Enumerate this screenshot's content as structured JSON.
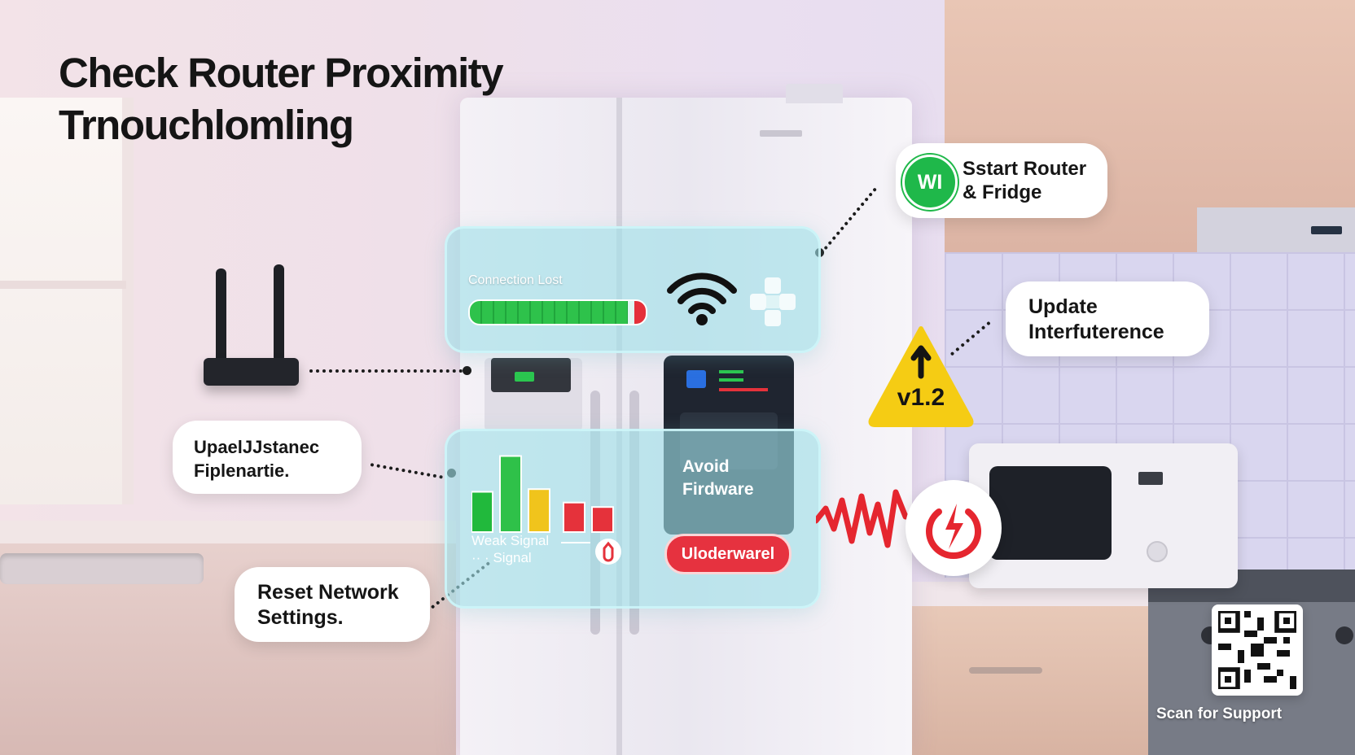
{
  "title": {
    "line1": "Check Router Proximity",
    "line2": "Trnouchlomling"
  },
  "status_panel": {
    "label": "Connection Lost",
    "signal_fill_fraction": 0.9,
    "wifi_icon": "wifi-icon",
    "puzzle_icon": "puzzle-icon"
  },
  "signal_panel": {
    "line1": "Weak Signal",
    "line2": "Signal",
    "line2_prefix": "·· ·",
    "bars": [
      {
        "level": 0.45,
        "color": "#21b93c"
      },
      {
        "level": 0.85,
        "color": "#2fc149"
      },
      {
        "level": 0.48,
        "color": "#f0c41c"
      },
      {
        "level": 0.33,
        "color": "#e5323b"
      },
      {
        "level": 0.28,
        "color": "#e5323b"
      }
    ],
    "alert_icon": "alert-icon"
  },
  "tablet": {
    "text_line1": "Avoid",
    "text_line2": "Firdware",
    "button_label": "Uloderwarel"
  },
  "callouts": {
    "restart": {
      "line1": "Sstart Router",
      "line2": "& Fridge",
      "icon_text": "WI",
      "icon_color": "#1fb84a"
    },
    "update": {
      "line1": "Update",
      "line2": "Interfuterence"
    },
    "distance": {
      "line1": "UpaelJJstanec",
      "line2": "Fiplenartie."
    },
    "reset": {
      "line1": "Reset Network",
      "line2": "Settings."
    }
  },
  "warning": {
    "label": "v1.2",
    "icon": "warning-icon",
    "color": "#f5cc14"
  },
  "interference": {
    "icon": "power-bolt-icon",
    "color": "#e5262f"
  },
  "qr": {
    "caption": "Scan for Support"
  }
}
